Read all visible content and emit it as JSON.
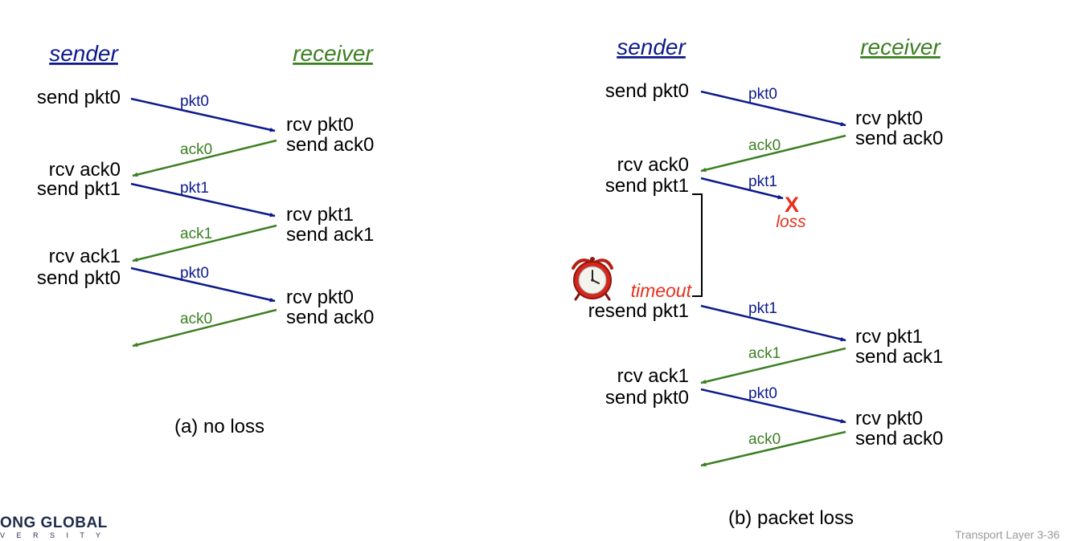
{
  "colors": {
    "pkt": "#0d1a8c",
    "ack": "#3c7f22",
    "sender_head": "#0d1a8c",
    "receiver_head": "#3c7f22",
    "loss": "#e5311f",
    "text": "#000000"
  },
  "panel_a": {
    "sender_label": "sender",
    "receiver_label": "receiver",
    "caption": "(a) no loss",
    "sender_events": [
      "send pkt0",
      "rcv ack0",
      "send pkt1",
      "rcv ack1",
      "send pkt0"
    ],
    "receiver_events": [
      "rcv pkt0",
      "send ack0",
      "rcv pkt1",
      "send ack1",
      "rcv pkt0",
      "send ack0"
    ],
    "messages": [
      "pkt0",
      "ack0",
      "pkt1",
      "ack1",
      "pkt0",
      "ack0"
    ]
  },
  "panel_b": {
    "sender_label": "sender",
    "receiver_label": "receiver",
    "caption": "(b) packet loss",
    "sender_events": [
      "send pkt0",
      "rcv ack0",
      "send pkt1",
      "resend pkt1",
      "rcv ack1",
      "send pkt0"
    ],
    "receiver_events": [
      "rcv pkt0",
      "send ack0",
      "rcv pkt1",
      "send ack1",
      "rcv pkt0",
      "send ack0"
    ],
    "messages": [
      "pkt0",
      "ack0",
      "pkt1",
      "pkt1",
      "ack1",
      "pkt0",
      "ack0"
    ],
    "loss_mark": "X",
    "loss_label": "loss",
    "timeout_label": "timeout",
    "timer_icon": "alarm-clock-icon"
  },
  "footer": {
    "logo_line1": "ONG GLOBAL",
    "logo_line2": "V E R S I T Y",
    "page_label": "Transport Layer  3-36"
  }
}
